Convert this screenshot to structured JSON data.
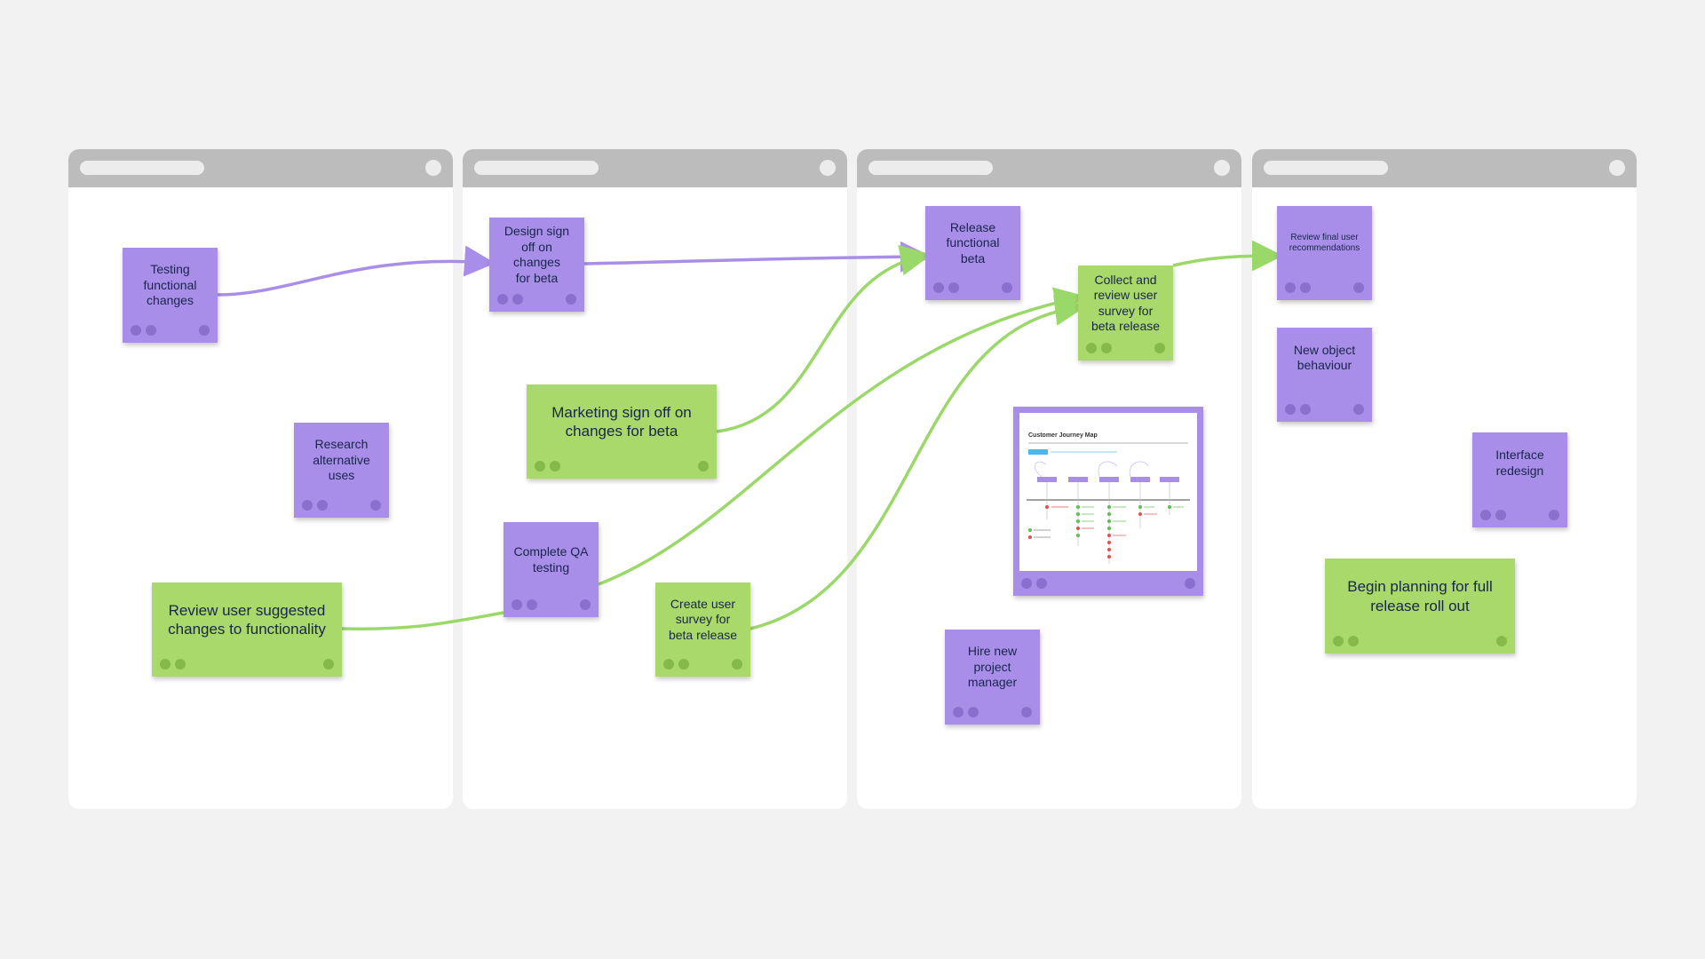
{
  "colors": {
    "background": "#f2f2f2",
    "column_bg": "#ffffff",
    "column_header": "#bcbcbc",
    "purple_note": "#a98ee9",
    "green_note": "#a9d96a",
    "purple_connector": "#a98ee9",
    "green_connector": "#9bd86a",
    "note_text": "#17264a"
  },
  "columns": [
    {
      "id": "col-1"
    },
    {
      "id": "col-2"
    },
    {
      "id": "col-3"
    },
    {
      "id": "col-4"
    }
  ],
  "notes": {
    "testing_functional_changes": "Testing\nfunctional\nchanges",
    "research_alternative_uses": "Research\nalternative\nuses",
    "review_user_suggested": "Review user suggested\nchanges to functionality",
    "design_sign_off": "Design sign\noff on changes\nfor beta",
    "marketing_sign_off": "Marketing sign off on\nchanges for beta",
    "complete_qa_testing": "Complete QA\ntesting",
    "create_user_survey": "Create user\nsurvey for\nbeta release",
    "release_functional_beta": "Release\nfunctional\nbeta",
    "collect_review_survey": "Collect and\nreview user\nsurvey for\nbeta release",
    "hire_project_manager": "Hire new\nproject\nmanager",
    "review_final_recommendations": "Review final user\nrecommendations",
    "new_object_behaviour": "New object\nbehaviour",
    "interface_redesign": "Interface\nredesign",
    "begin_planning": "Begin planning for full\nrelease roll out"
  },
  "embedded_card": {
    "title": "Customer Journey Map"
  }
}
